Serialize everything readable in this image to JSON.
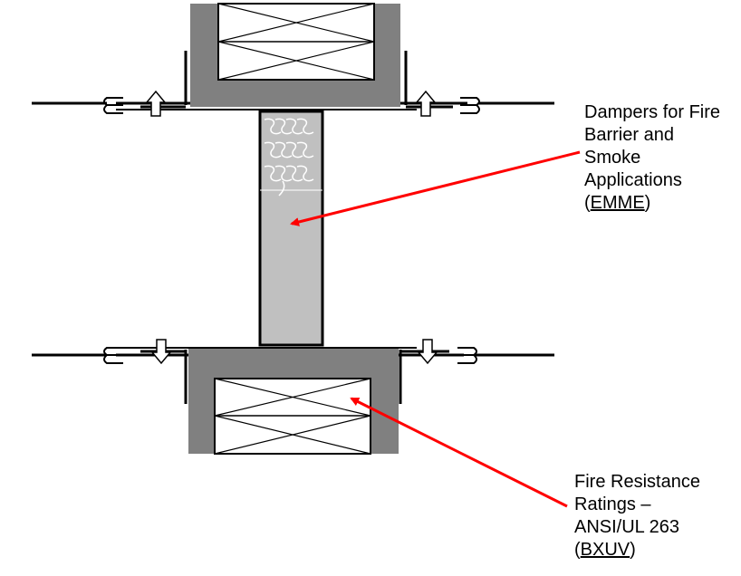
{
  "callouts": {
    "damper": {
      "lines": [
        "Dampers for Fire",
        "Barrier and",
        "Smoke",
        "Applications"
      ],
      "paren_open": "(",
      "link": "EMME",
      "paren_close": ")"
    },
    "rating": {
      "lines": [
        "Fire Resistance",
        "Ratings –",
        "ANSI/UL 263"
      ],
      "paren_open": "(",
      "link": "BXUV",
      "paren_close": ")"
    }
  },
  "colors": {
    "wall_gray": "#808080",
    "duct_gray": "#c0c0c0",
    "arrow_red": "#ff0000",
    "line_black": "#000000"
  },
  "icons": [
    "up-arrow-icon",
    "down-arrow-icon",
    "clip-icon",
    "spring-icon"
  ]
}
